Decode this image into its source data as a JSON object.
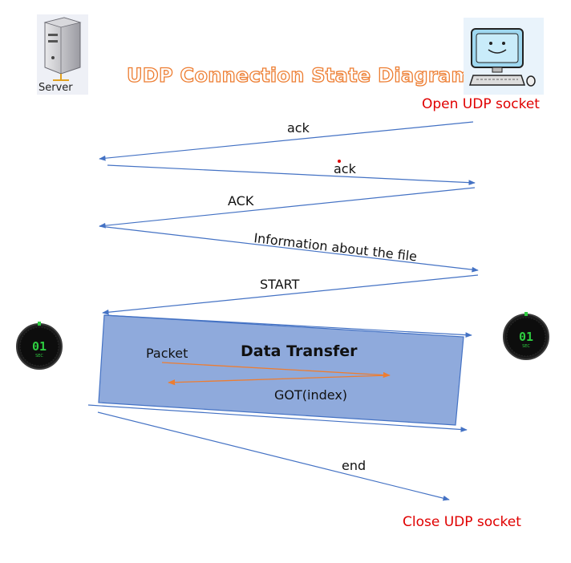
{
  "title": "UDP Connection State Diagram:",
  "server": {
    "caption": "Server",
    "icon": "server-tower-icon"
  },
  "client": {
    "icon": "smiling-computer-icon",
    "open_label": "Open UDP socket",
    "close_label": "Close UDP socket"
  },
  "messages": {
    "ack1": "ack",
    "ack2": "ack",
    "ack3": "ACK",
    "info": "Information about the file",
    "start": "START",
    "end": "end"
  },
  "transfer": {
    "title": "Data Transfer",
    "packet": "Packet",
    "got": "GOT(index)"
  },
  "timers": {
    "left": {
      "digits": "01",
      "unit": "SEC"
    },
    "right": {
      "digits": "01",
      "unit": "SEC"
    }
  },
  "colors": {
    "title_outline": "#ed7d31",
    "arrow": "#4472c4",
    "box_fill": "#8faadc",
    "inner_arrow": "#ed7d31",
    "socket_text": "#e00000",
    "timer_digits": "#2ecc40"
  }
}
